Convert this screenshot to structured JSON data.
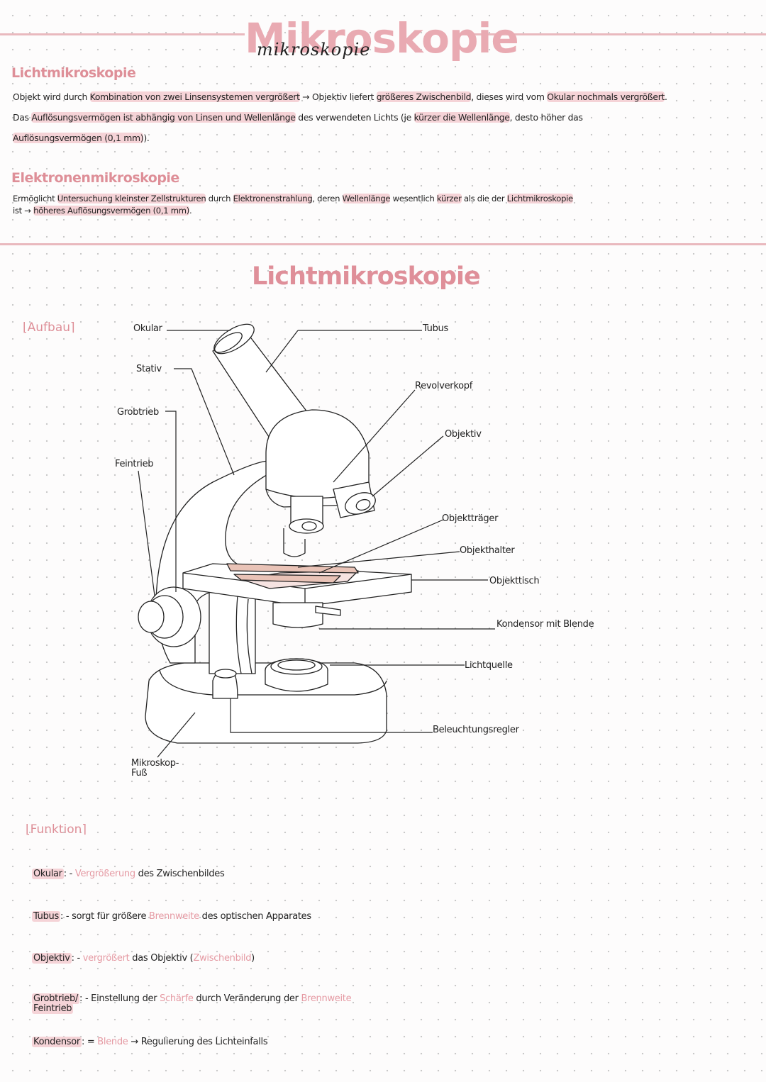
{
  "title": "Mikroskopie",
  "title_script": "mikroskopie",
  "intro": {
    "light": {
      "heading": "Lichtmikroskopie",
      "line1_a": "Objekt wird durch ",
      "line1_b": "Kombination von zwei Linsensystemen vergrößert",
      "line1_c": " → Objektiv liefert ",
      "line1_d": "größeres Zwischenbild",
      "line1_e": ", dieses wird vom ",
      "line1_f": "Okular nochmals vergrößert",
      "line1_g": ".",
      "line2_a": "Das ",
      "line2_b": "Auflösungsvermögen ist abhängig von Linsen und Wellenlänge",
      "line2_c": " des verwendeten Lichts (je ",
      "line2_d": "kürzer die Wellenlänge",
      "line2_e": ", desto höher das",
      "line3_a": "Auflösungsvermögen (0,1 mm)",
      "line3_b": ")."
    },
    "electron": {
      "heading": "Elektronenmikroskopie",
      "line1_a": "Ermöglicht ",
      "line1_b": "Untersuchung kleinster Zellstrukturen",
      "line1_c": " durch ",
      "line1_d": "Elektronenstrahlung",
      "line1_e": ", deren ",
      "line1_f": "Wellenlänge",
      "line1_g": " wesentlich ",
      "line1_h": "kürzer",
      "line1_i": " als die der ",
      "line1_j": "Lichtmikroskopie",
      "line2_a": "ist → ",
      "line2_b": "höheres Auflösungsvermögen (0,1 mm)",
      "line2_c": "."
    }
  },
  "section_title": "Lichtmikroskopie",
  "aufbau": {
    "heading": "Aufbau",
    "labels": {
      "okular": "Okular",
      "tubus": "Tubus",
      "stativ": "Stativ",
      "revolverkopf": "Revolverkopf",
      "grobtrieb": "Grobtrieb",
      "objektiv": "Objektiv",
      "feintrieb": "Feintrieb",
      "objekttraeger": "Objektträger",
      "objekthalter": "Objekthalter",
      "objekttisch": "Objekttisch",
      "kondensor": "Kondensor mit Blende",
      "lichtquelle": "Lichtquelle",
      "beleuchtungsregler": "Beleuchtungsregler",
      "fuss_1": "Mikroskop-",
      "fuss_2": "Fuß"
    }
  },
  "funktion": {
    "heading": "Funktion",
    "rows": [
      {
        "term": "Okular",
        "sep": ": - ",
        "pink": "Vergrößerung",
        "rest": " des Zwischenbildes"
      },
      {
        "term": "Tubus",
        "sep": ": - sorgt für größere ",
        "pink": "Brennweite",
        "rest": " des optischen Apparates"
      },
      {
        "term": "Objektiv",
        "sep": ": - ",
        "pink": "vergrößert",
        "rest": " das Objektiv (",
        "pink2": "Zwischenbild",
        "rest2": ")"
      },
      {
        "term": "Grobtrieb/",
        "term2": "Feintrieb",
        "sep": ": - Einstellung der ",
        "pink": "Schärfe",
        "rest": " durch Veränderung der ",
        "pink2": "Brennweite"
      },
      {
        "term": "Kondensor",
        "sep": ": = ",
        "pink": "Blende",
        "rest": " → Regulierung des Lichteinfalls"
      }
    ]
  },
  "colors": {
    "accent": "#df8f99",
    "highlight": "#f5d3d7",
    "rule": "#e9b9be"
  }
}
